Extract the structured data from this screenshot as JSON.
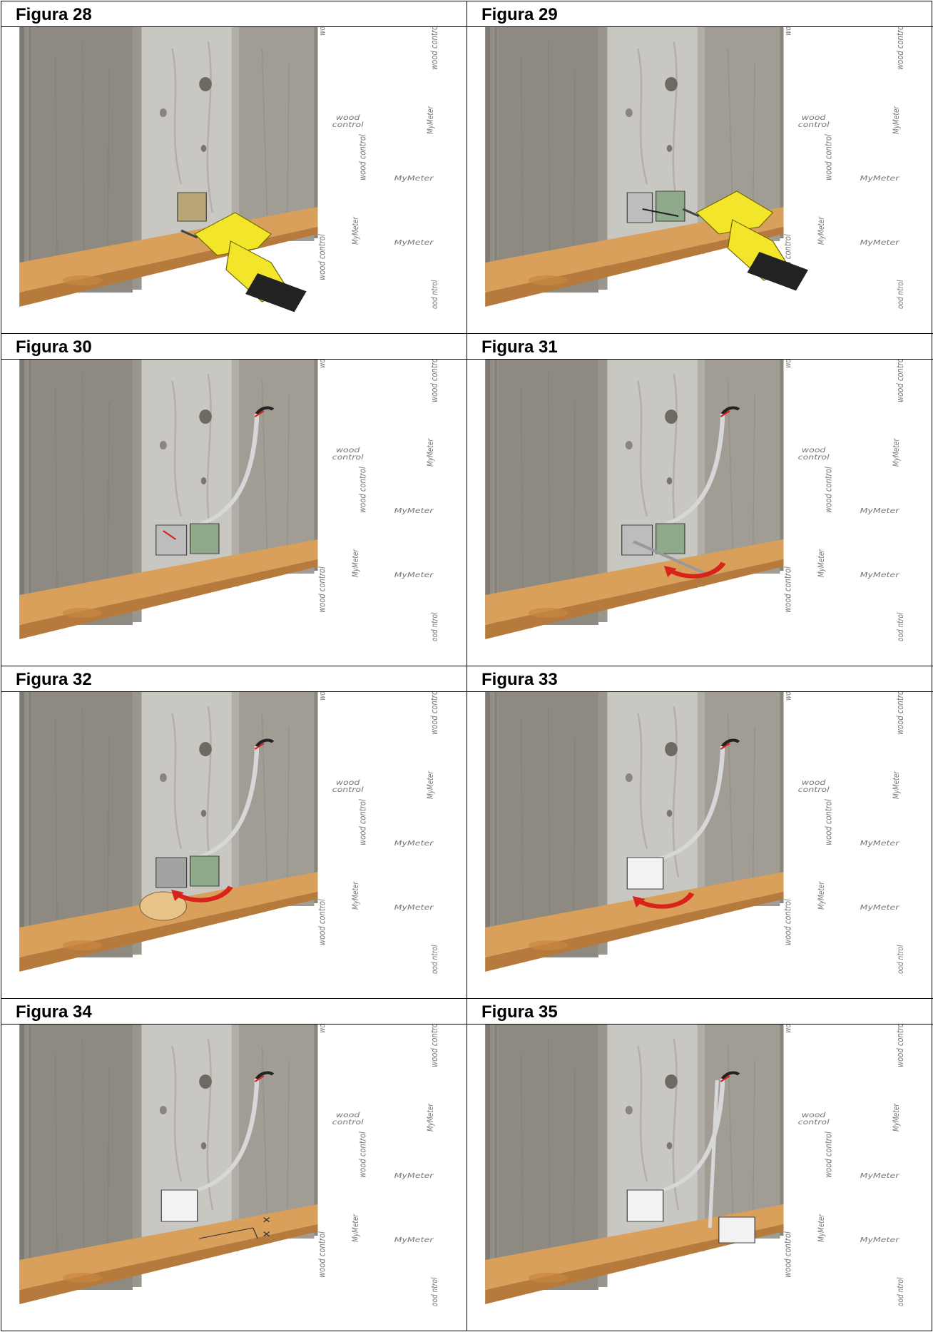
{
  "figures": [
    {
      "caption": "Figura 28",
      "step": "drill"
    },
    {
      "caption": "Figura 29",
      "step": "box-insert"
    },
    {
      "caption": "Figura 30",
      "step": "cable"
    },
    {
      "caption": "Figura 31",
      "step": "screwdriver"
    },
    {
      "caption": "Figura 32",
      "step": "hand-close"
    },
    {
      "caption": "Figura 33",
      "step": "cover-close"
    },
    {
      "caption": "Figura 34",
      "step": "mark"
    },
    {
      "caption": "Figura 35",
      "step": "second-box"
    }
  ],
  "watermarks": {
    "brand": "wood control",
    "brand_top": "wood",
    "brand_bottom": "control",
    "meter": "MyMeter",
    "partial": "ood ntrol"
  },
  "colors": {
    "plank_dark": "#8e8a82",
    "plank_mid": "#a19d94",
    "plank_light": "#c9c7c2",
    "beam": "#d9a05b",
    "beam_dark": "#b57a3c",
    "drill_yellow": "#f2e52a",
    "drill_black": "#222222",
    "arrow_red": "#d8231a",
    "box_green": "#8faa8a",
    "cable": "#d7d7d7"
  }
}
